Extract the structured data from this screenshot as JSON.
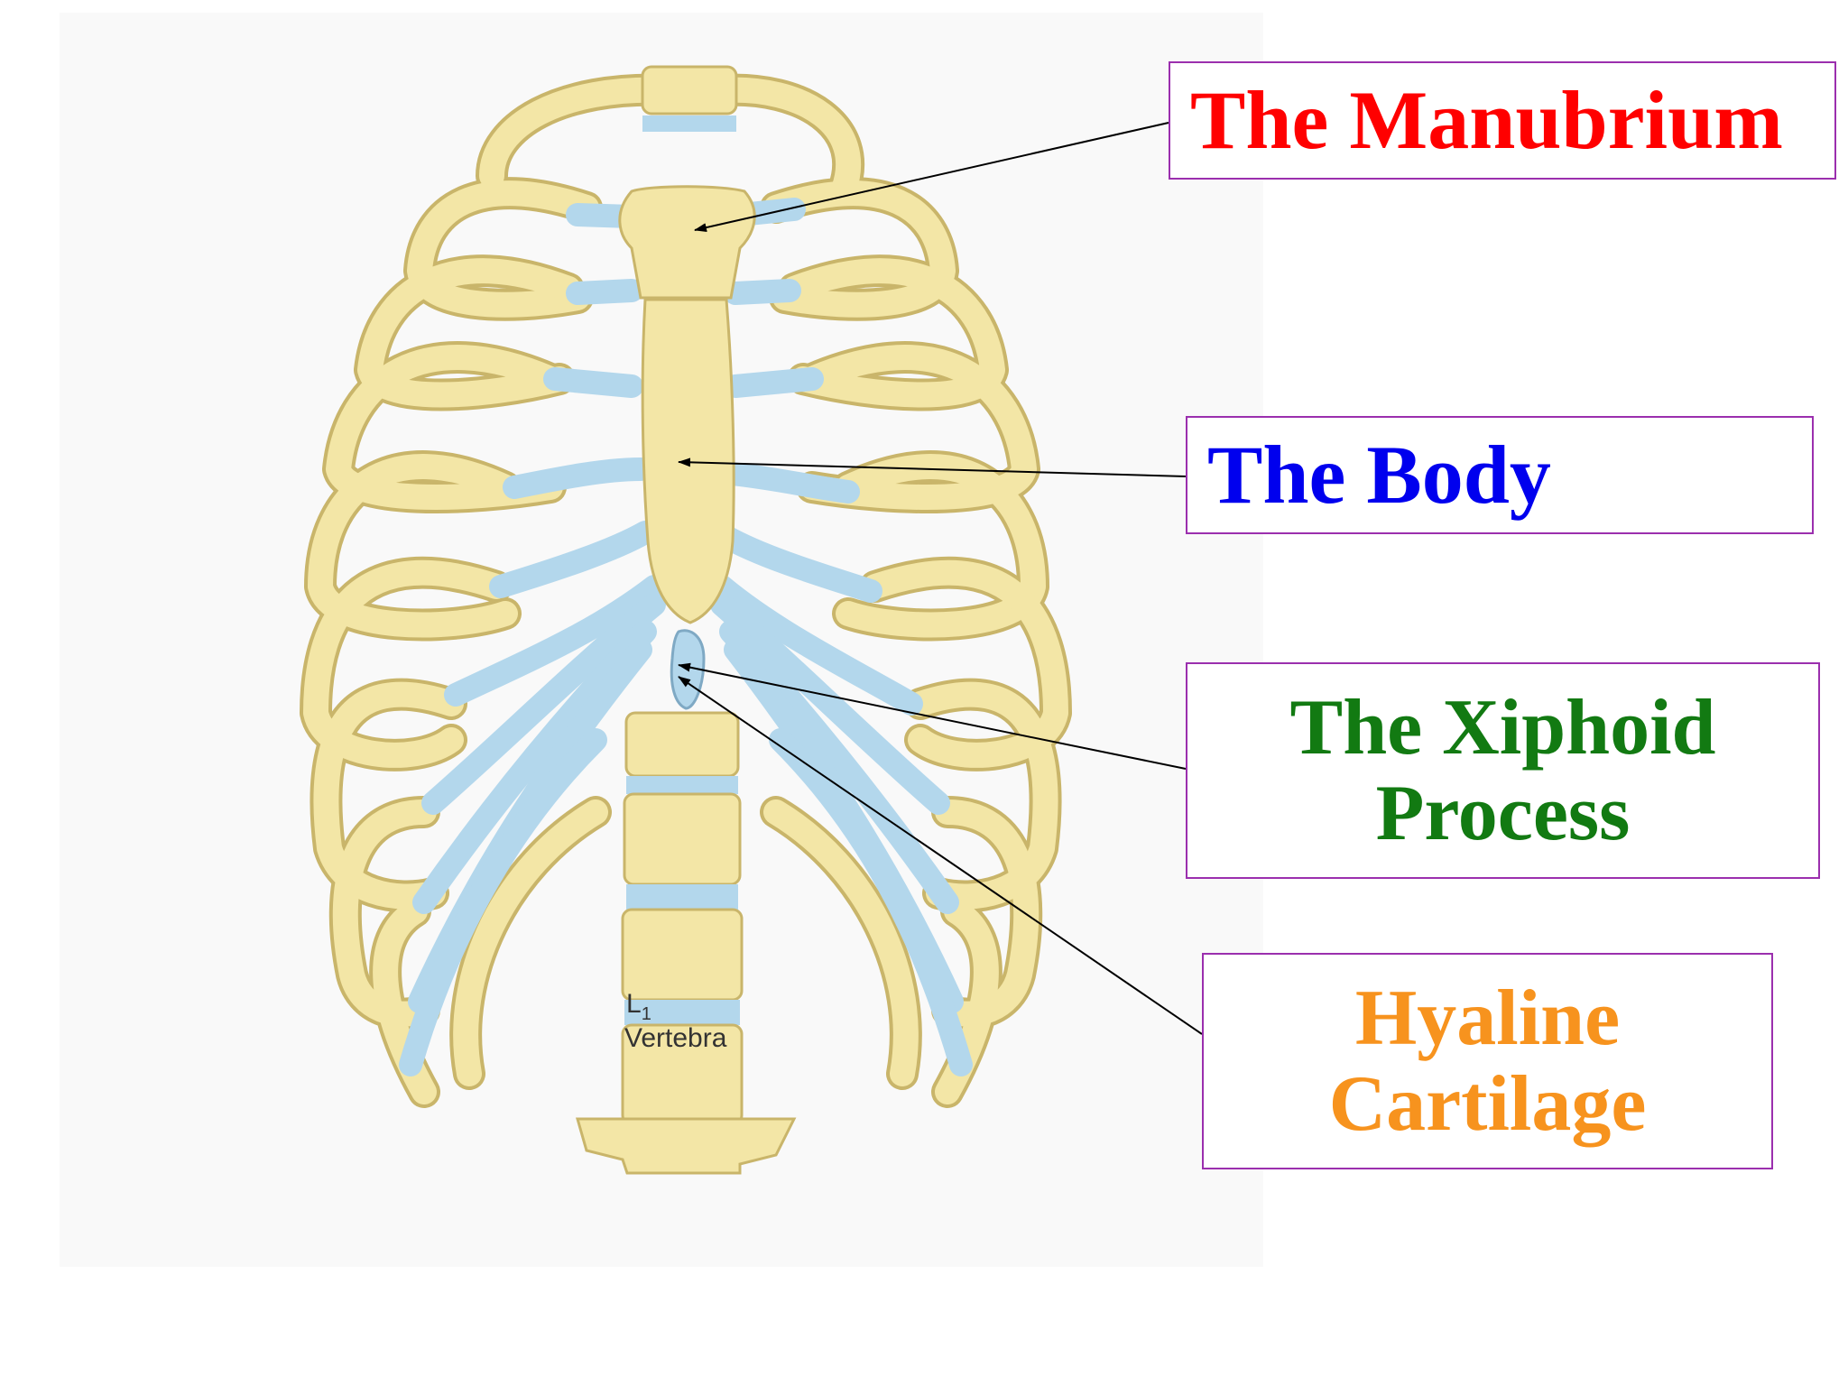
{
  "labels": {
    "manubrium": "The Manubrium",
    "body": "The Body",
    "xiphoid_line1": "The Xiphoid",
    "xiphoid_line2": "Process",
    "cartilage_line1": "Hyaline",
    "cartilage_line2": "Cartilage"
  },
  "figure_text": {
    "vertebra_level": "L",
    "vertebra_sub": "1",
    "vertebra_name": "Vertebra"
  },
  "colors": {
    "bone": "#f3e6a6",
    "bone_outline": "#c9b56a",
    "cartilage": "#b3d7ec",
    "box_border": "#9b2fae",
    "manubrium_text": "#ff0000",
    "body_text": "#0000ee",
    "xiphoid_text": "#127a12",
    "cartilage_text": "#f7931e"
  }
}
